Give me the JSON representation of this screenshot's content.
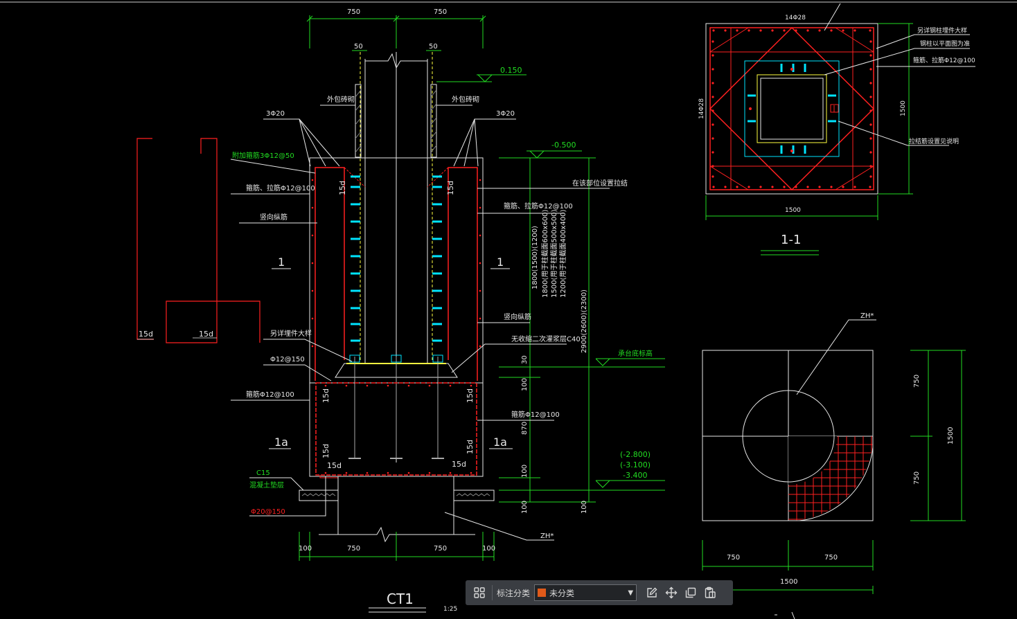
{
  "colors": {
    "background": "#000000",
    "green": "#22dd22",
    "red": "#ff2020",
    "white": "#e8e8e8",
    "cyan": "#00e5ff",
    "yellow": "#ffff40",
    "orange": "#e05a1a",
    "toolbar_bg": "#3a3d42"
  },
  "drawing": {
    "title": "CT1",
    "scale": "1:25",
    "dims": {
      "top_left": "750",
      "top_right": "750",
      "wall_left": "50",
      "wall_right": "50",
      "bot_edge_left": "100",
      "bot_left": "750",
      "bot_right": "750",
      "bot_edge_right": "100",
      "v_30": "30",
      "v_100a": "100",
      "v_870": "870",
      "v_100b": "100",
      "v_100c": "100",
      "v_100d": "100",
      "v_total": "2900(2600)(2300)",
      "v_column_lines": [
        "1800(1500)(1200)",
        "1800(用于柱截面600x600)",
        "1500(用于柱截面500x500)",
        "1200(用于柱截面400x400)"
      ]
    },
    "elev": {
      "top": "0.150",
      "mid": "-0.500",
      "bot_1": "(-2.800)",
      "bot_2": "(-3.100)",
      "bot_3": "-3.400"
    },
    "labels": {
      "outer_brick_l": "外包砖砌",
      "outer_brick_r": "外包砖砌",
      "bar_3d20_l": "3Φ20",
      "bar_3d20_r": "3Φ20",
      "add_stirrup": "附加箍筋3Φ12@50",
      "stirrup_tie_l": "箍筋、拉筋Φ12@100",
      "stirrup_tie_r": "箍筋、拉筋Φ12@100",
      "vert_bar_l": "竖向纵筋",
      "vert_bar_r": "竖向纵筋",
      "anchor_note": "在该部位设置拉结",
      "embed_l": "另详埋件大样",
      "grout": "无收缩二次灌浆层C40",
      "d12_150": "Φ12@150",
      "stirrup_l": "箍筋Φ12@100",
      "stirrup_r": "箍筋Φ12@100",
      "cap_elev": "承台底标高",
      "c15": "C15",
      "cushion": "混凝土垫层",
      "d20_150": "Φ20@150",
      "zh_sec": "ZH*",
      "fifteen_d": "15d",
      "sec1": "1",
      "sec1a": "1a"
    },
    "detail_11": {
      "title": "1-1",
      "dim_w": "1500",
      "dim_h": "1500",
      "top_bar": "14Φ28",
      "side_bar": "14Φ28",
      "callout_1": "另详钢柱埋件大样",
      "callout_2": "钢柱以平面图为准",
      "callout_3": "箍筋、拉筋Φ12@100",
      "callout_4": "拉结筋设置见说明"
    },
    "detail_pile": {
      "label": "ZH*",
      "dim_l": "750",
      "dim_r": "750",
      "dim_total": "1500",
      "vdim_top": "750",
      "vdim_bot": "750",
      "vdim_total": "1500"
    }
  },
  "toolbar": {
    "icons": [
      "grid-icon"
    ],
    "label": "标注分类",
    "select_value": "未分类",
    "swatch_color": "#e05a1a",
    "actions": [
      "edit-icon",
      "move-icon",
      "copy-icon",
      "paste-icon"
    ]
  }
}
